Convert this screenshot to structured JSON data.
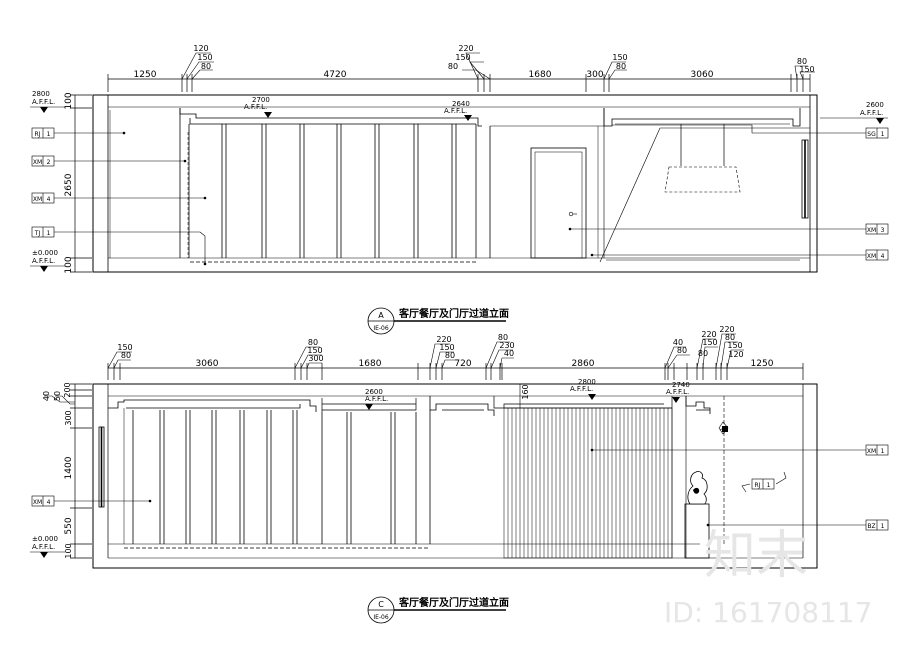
{
  "elevation_a": {
    "title": "客厅餐厅及门厅过道立面",
    "symbol_letter": "A",
    "symbol_ref": "IE-06",
    "dims_top": [
      "1250",
      "4720",
      "1680",
      "300",
      "3060"
    ],
    "dims_small": [
      "120",
      "150",
      "80",
      "220",
      "150",
      "80",
      "150",
      "80",
      "80",
      "150"
    ],
    "dims_left": [
      "100",
      "2650",
      "100"
    ],
    "level_top": "2800",
    "level_top_sub": "A.F.F.L.",
    "level_bottom": "±0.000",
    "level_bottom_sub": "A.F.F.L.",
    "level_ceiling_1": "2700",
    "level_ceiling_1_sub": "A.F.F.L.",
    "level_ceiling_2": "2640",
    "level_ceiling_2_sub": "A.F.F.L.",
    "level_right": "2600",
    "level_right_sub": "A.F.F.L.",
    "tags_left": [
      {
        "code": "RJ",
        "num": "1"
      },
      {
        "code": "XM",
        "num": "2"
      },
      {
        "code": "XM",
        "num": "4"
      },
      {
        "code": "TJ",
        "num": "1"
      }
    ],
    "tags_right": [
      {
        "code": "SG",
        "num": "1"
      },
      {
        "code": "XM",
        "num": "3"
      },
      {
        "code": "XM",
        "num": "4"
      }
    ]
  },
  "elevation_c": {
    "title": "客厅餐厅及门厅过道立面",
    "symbol_letter": "C",
    "symbol_ref": "IE-06",
    "dims_top": [
      "3060",
      "1680",
      "720",
      "2860",
      "1250"
    ],
    "dims_small": [
      "150",
      "80",
      "80",
      "150",
      "300",
      "220",
      "150",
      "80",
      "80",
      "230",
      "40",
      "40",
      "80",
      "220",
      "150",
      "80",
      "220",
      "80",
      "150",
      "120"
    ],
    "dims_left": [
      "40",
      "50",
      "200",
      "300",
      "1400",
      "550",
      "100"
    ],
    "level_bottom": "±0.000",
    "level_bottom_sub": "A.F.F.L.",
    "level_ceiling_1": "2600",
    "level_ceiling_1_sub": "A.F.F.L.",
    "level_ceiling_2": "2800",
    "level_ceiling_2_sub": "A.F.F.L.",
    "level_ceiling_3": "2740",
    "level_ceiling_3_sub": "A.F.F.L.",
    "dim_160": "160",
    "tags_left": [
      {
        "code": "XM",
        "num": "4"
      }
    ],
    "tags_right": [
      {
        "code": "XM",
        "num": "1"
      },
      {
        "code": "BZ",
        "num": "1"
      }
    ],
    "tag_inner": {
      "code": "RJ",
      "num": "1"
    }
  },
  "watermark": {
    "logo_text": "知末",
    "id_text": "ID: 161708117"
  }
}
